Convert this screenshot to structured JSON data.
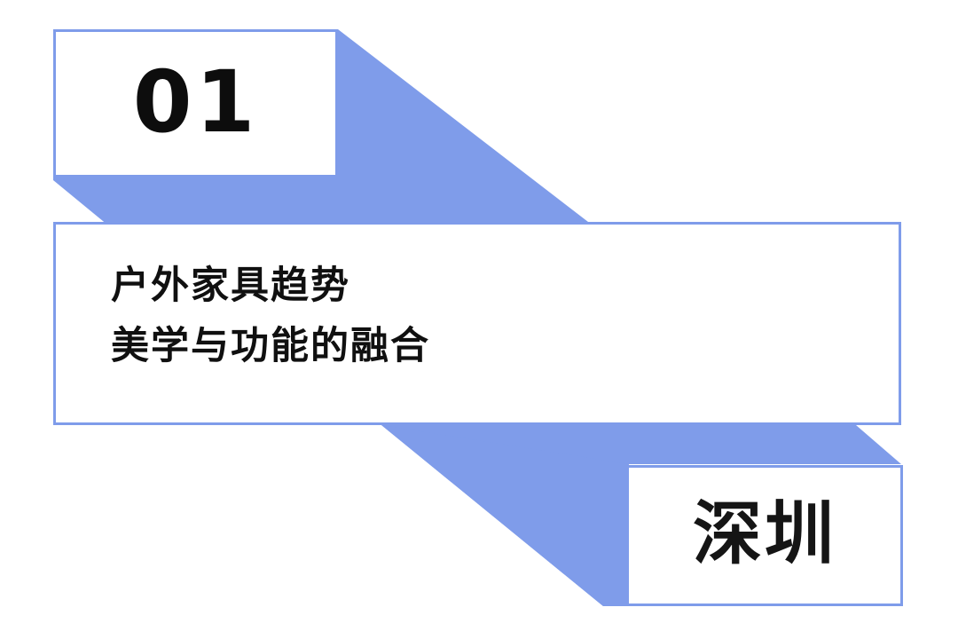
{
  "slide": {
    "section_number": "01",
    "title_line_1": "户外家具趋势",
    "title_line_2": "美学与功能的融合",
    "city": "深圳"
  },
  "colors": {
    "accent_blue": "#7f9cea",
    "shape_blue": "#7f9cea",
    "text_black": "#101010",
    "background": "#ffffff"
  }
}
